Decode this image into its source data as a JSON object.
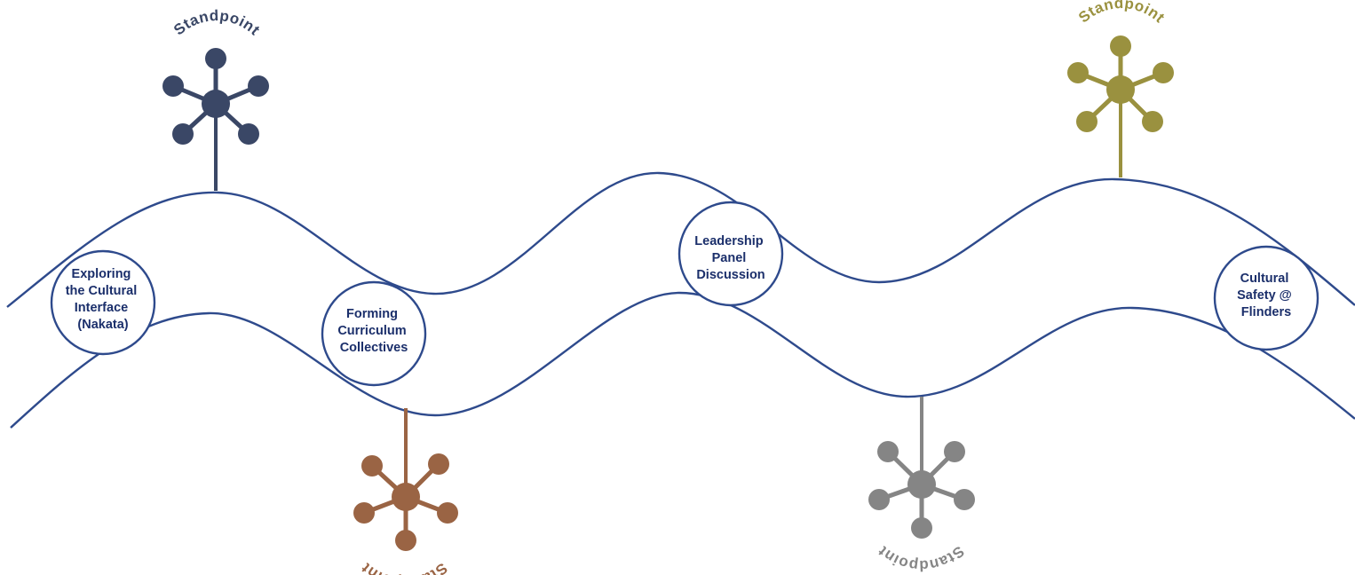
{
  "colors": {
    "wave": "#2e4a8c",
    "node_text": "#1b2f6b",
    "standpoint_navy": "#3a4766",
    "standpoint_olive": "#9a913f",
    "standpoint_brown": "#9a6444",
    "standpoint_grey": "#858585"
  },
  "standpoints": [
    {
      "label": "Standpoint",
      "color": "#3a4766",
      "icon": "hub-network-icon"
    },
    {
      "label": "Standpoint",
      "color": "#9a913f",
      "icon": "hub-network-icon"
    },
    {
      "label": "Standpoint",
      "color": "#9a6444",
      "icon": "hub-network-icon"
    },
    {
      "label": "Standpoint",
      "color": "#858585",
      "icon": "hub-network-icon"
    }
  ],
  "nodes": [
    {
      "lines": [
        "Exploring",
        "the Cultural",
        "Interface",
        "(Nakata)"
      ]
    },
    {
      "lines": [
        "Forming",
        "Curriculum",
        "Collectives"
      ]
    },
    {
      "lines": [
        "Leadership",
        "Panel",
        "Discussion"
      ]
    },
    {
      "lines": [
        "Cultural",
        "Safety @",
        "Flinders"
      ]
    }
  ]
}
